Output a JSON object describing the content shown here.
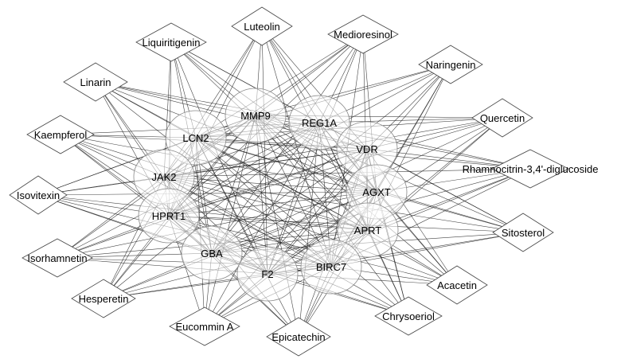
{
  "network": {
    "compounds": [
      "Luteolin",
      "Medioresinol",
      "Liquiritigenin",
      "Naringenin",
      "Linarin",
      "Quercetin",
      "Kaempferol",
      "Rhamnocitrin-3,4'-diglucoside",
      "Isovitexin",
      "Sitosterol",
      "Isorhamnetin",
      "Acacetin",
      "Hesperetin",
      "Chrysoeriol",
      "Eucommin A",
      "Epicatechin"
    ],
    "targets": [
      "MMP9",
      "REG1A",
      "LCN2",
      "VDR",
      "JAK2",
      "AGXT",
      "HPRT1",
      "APRT",
      "GBA",
      "BIRC7",
      "F2"
    ]
  }
}
